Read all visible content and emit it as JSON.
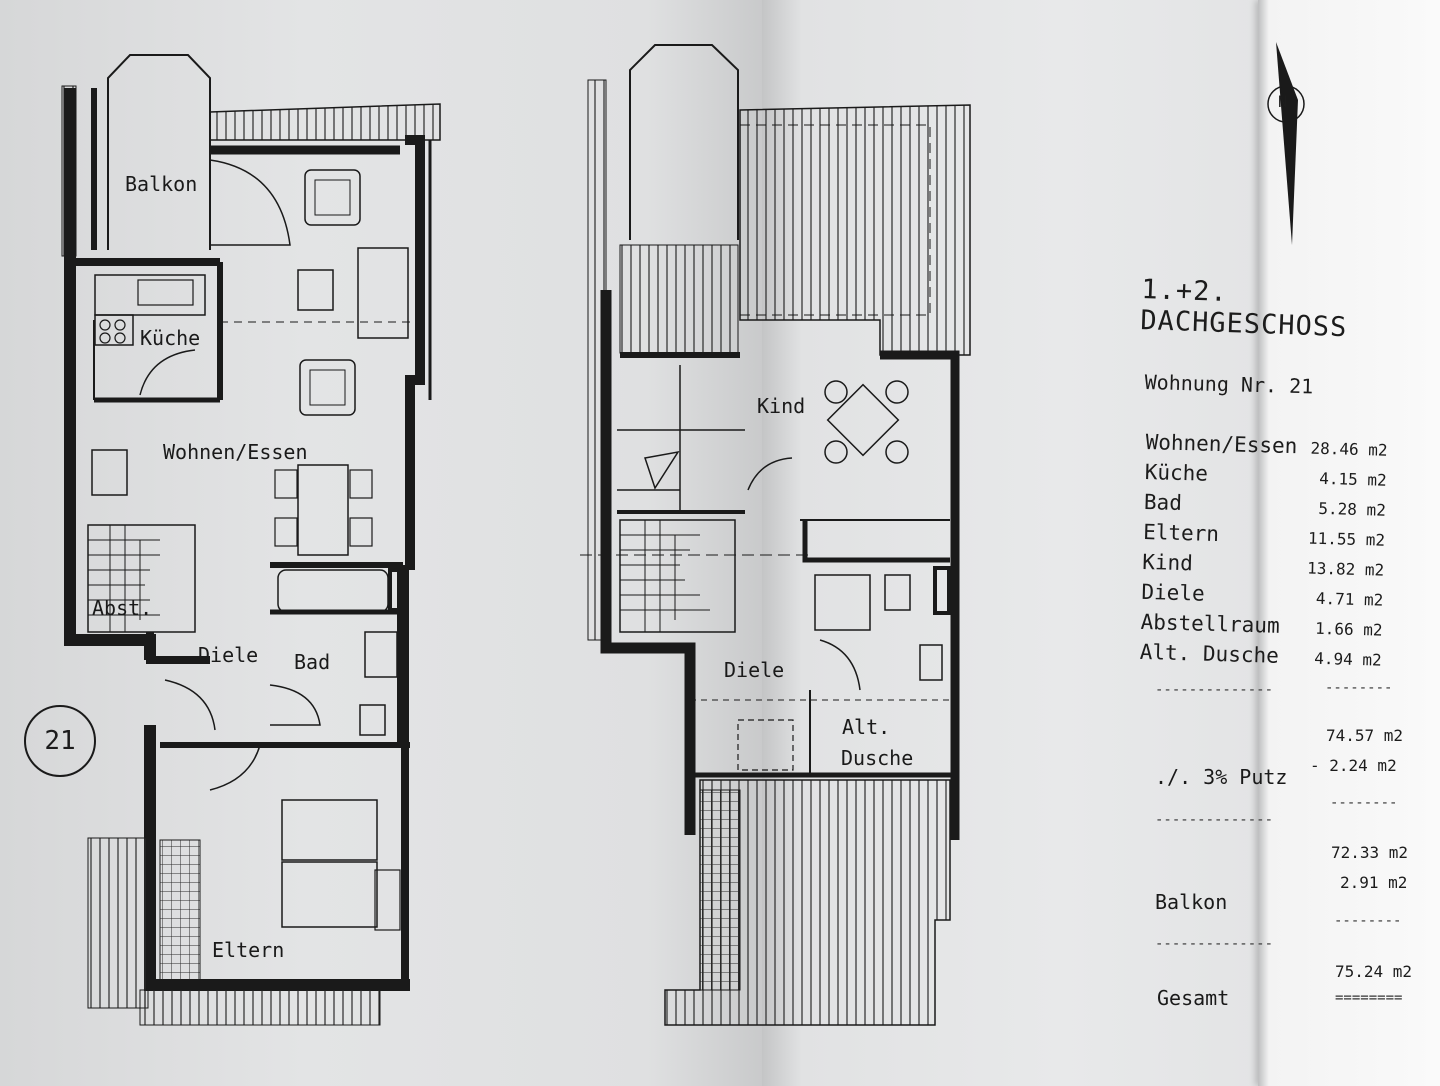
{
  "apartment_badge": "21",
  "plan_left_rooms": {
    "balkon": "Balkon",
    "kueche": "Küche",
    "wohnen_essen": "Wohnen/Essen",
    "abst": "Abst.",
    "diele": "Diele",
    "bad": "Bad",
    "eltern": "Eltern"
  },
  "plan_right_rooms": {
    "kind": "Kind",
    "diele": "Diele",
    "alt": "Alt.",
    "dusche": "Dusche"
  },
  "north_label": "N",
  "sheet": {
    "title": "1.+2. DACHGESCHOSS",
    "apartment": "Wohnung Nr. 21",
    "rooms": [
      {
        "name": "Wohnen/Essen",
        "area": "28.46 m2"
      },
      {
        "name": "Küche",
        "area": "4.15 m2"
      },
      {
        "name": "Bad",
        "area": "5.28 m2"
      },
      {
        "name": "Eltern",
        "area": "11.55 m2"
      },
      {
        "name": "Kind",
        "area": "13.82 m2"
      },
      {
        "name": "Diele",
        "area": "4.71 m2"
      },
      {
        "name": "Abstellraum",
        "area": "1.66 m2"
      },
      {
        "name": "Alt. Dusche",
        "area": "4.94 m2"
      }
    ],
    "subtotal": "74.57 m2",
    "putz_label": "./. 3% Putz",
    "putz_value": "- 2.24 m2",
    "net": "72.33 m2",
    "balkon_label": "Balkon",
    "balkon_value": "2.91 m2",
    "gesamt_label": "Gesamt",
    "gesamt_value": "75.24 m2",
    "rule_dash": "--------------",
    "rule_short": "--------",
    "rule_double": "========"
  }
}
